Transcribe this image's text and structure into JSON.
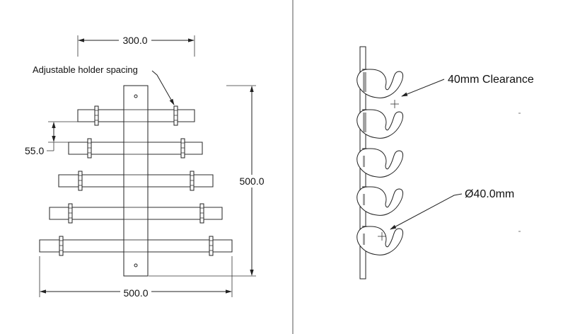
{
  "front_view": {
    "dim_width_top": "300.0",
    "dim_spacing": "55.0",
    "dim_height": "500.0",
    "dim_width_bottom": "500.0",
    "note_spacing": "Adjustable holder spacing"
  },
  "side_view": {
    "note_clearance": "40mm Clearance",
    "note_diameter": "Ø40.0mm"
  }
}
